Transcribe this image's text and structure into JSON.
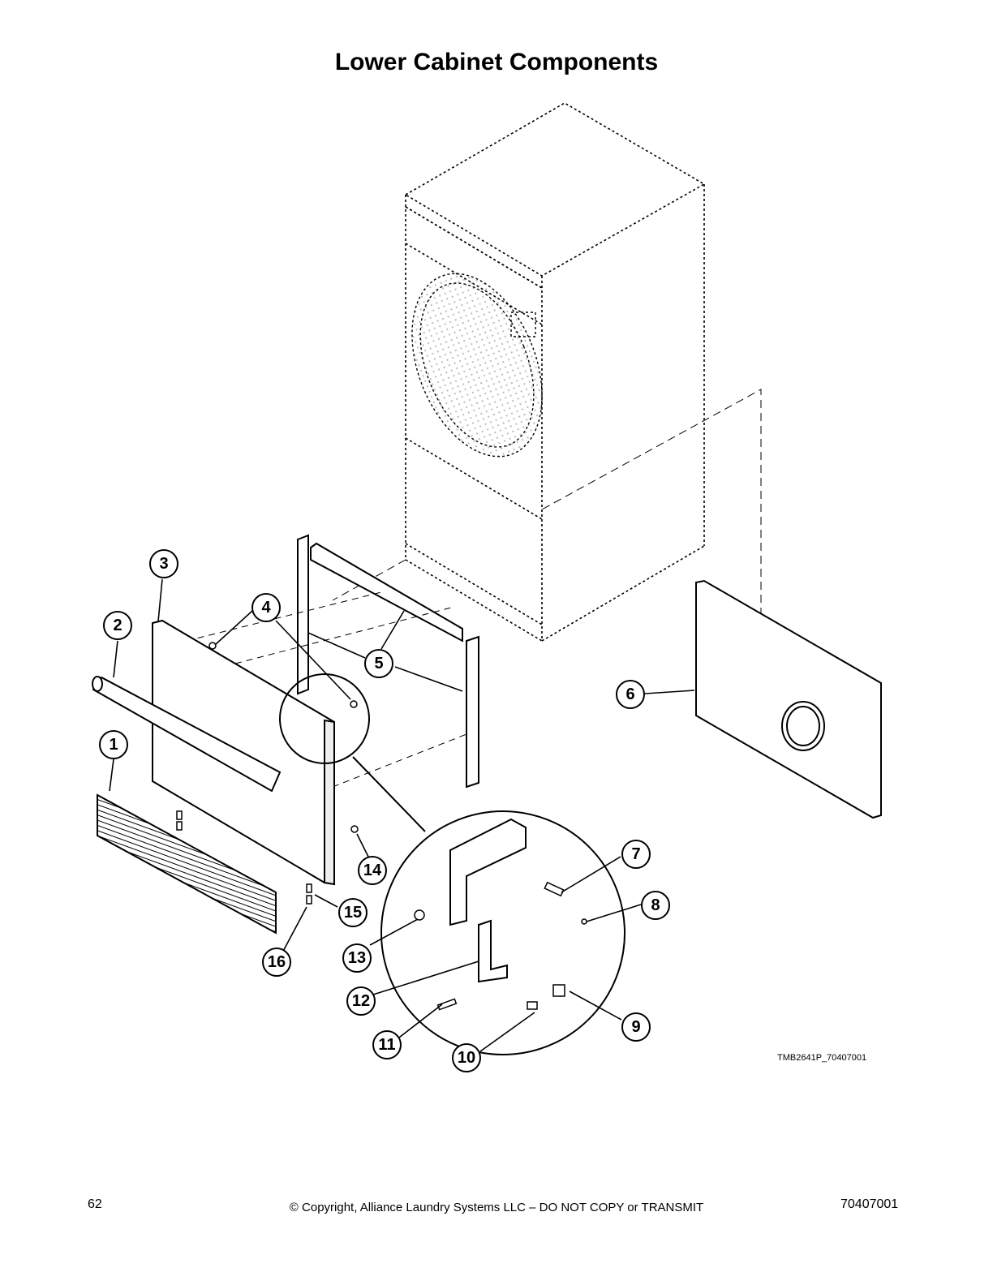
{
  "title": "Lower Cabinet Components",
  "callouts": [
    "1",
    "2",
    "3",
    "4",
    "5",
    "6",
    "7",
    "8",
    "9",
    "10",
    "11",
    "12",
    "13",
    "14",
    "15",
    "16"
  ],
  "figure_ref": "TMB2641P_70407001",
  "footer": {
    "page_number": "62",
    "copyright": "© Copyright, Alliance Laundry Systems LLC – DO NOT COPY or TRANSMIT",
    "doc_number": "70407001"
  }
}
